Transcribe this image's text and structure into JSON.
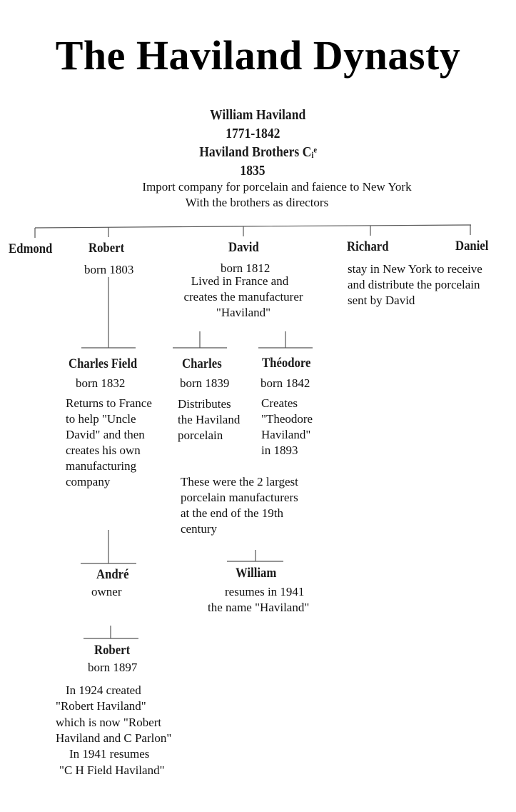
{
  "title": "The Haviland Dynasty",
  "root": {
    "name": "William Haviland",
    "years": "1771-1842",
    "company": "Haviland Brothers Cᵢᵉ",
    "company_year": "1835",
    "desc": [
      "Import company for porcelain and faience to New York",
      "With the brothers as directors"
    ]
  },
  "brothers": {
    "edmond": {
      "name": "Edmond"
    },
    "robert": {
      "name": "Robert",
      "born": "born 1803"
    },
    "david": {
      "name": "David",
      "born": "born 1812",
      "desc": [
        "Lived in France and",
        "creates the manufacturer",
        "\"Haviland\""
      ]
    },
    "richard": {
      "name": "Richard",
      "desc": [
        "stay in New York to receive",
        "and distribute the porcelain",
        "sent by David"
      ]
    },
    "daniel": {
      "name": "Daniel"
    }
  },
  "children": {
    "charles_field": {
      "name": "Charles Field",
      "born": "born 1832",
      "desc": [
        "Returns to France",
        "to help \"Uncle",
        "David\" and then",
        "creates his own",
        "manufacturing",
        "company"
      ]
    },
    "charles": {
      "name": "Charles",
      "born": "born 1839",
      "desc": [
        "Distributes",
        "the Haviland",
        "porcelain"
      ]
    },
    "theodore": {
      "name": "Théodore",
      "born": "born 1842",
      "desc": [
        "Creates",
        "\"Theodore",
        "Haviland\"",
        "in 1893"
      ]
    }
  },
  "note": [
    "These were the 2 largest",
    "porcelain manufacturers",
    "at the end of the 19th",
    "century"
  ],
  "andre": {
    "name": "André",
    "desc": "owner"
  },
  "william2": {
    "name": "William",
    "desc": [
      "resumes in 1941",
      "the name \"Haviland\""
    ]
  },
  "robert2": {
    "name": "Robert",
    "born": "born 1897",
    "desc": [
      "In 1924 created",
      "\"Robert Haviland\"",
      "which is now \"Robert",
      "Haviland and C Parlon\"",
      "In 1941 resumes",
      "\"C H Field Haviland\""
    ]
  }
}
